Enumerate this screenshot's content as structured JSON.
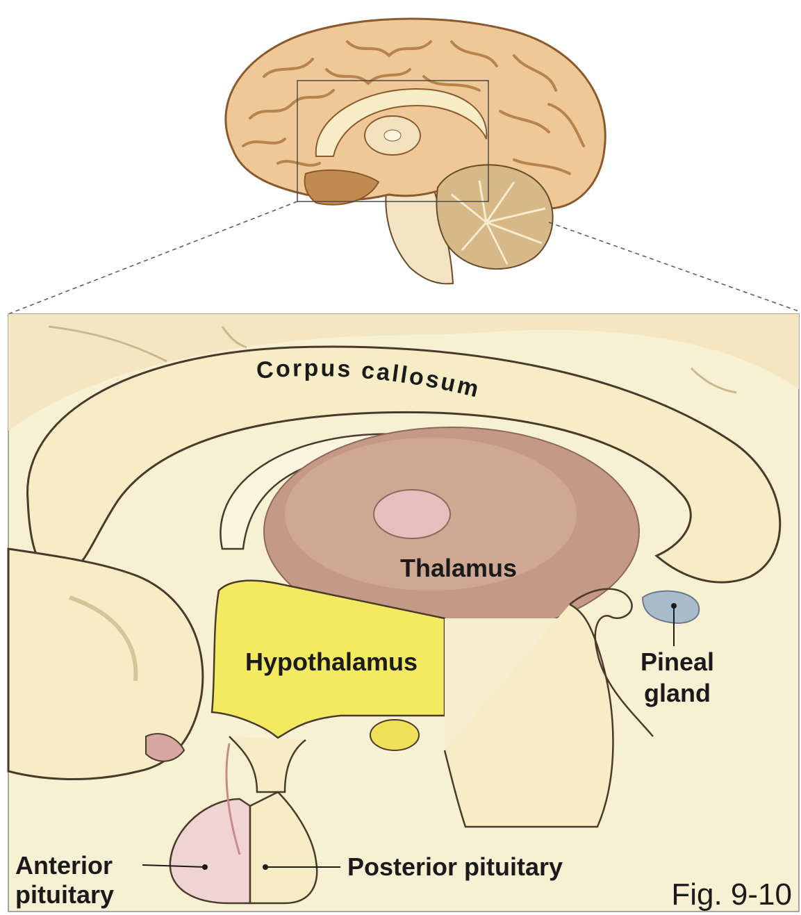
{
  "labels": {
    "corpus_callosum": "Corpus callosum",
    "thalamus": "Thalamus",
    "hypothalamus": "Hypothalamus",
    "pineal_line1": "Pineal",
    "pineal_line2": "gland",
    "anterior_line1": "Anterior",
    "anterior_line2": "pituitary",
    "posterior": "Posterior pituitary",
    "figure": "Fig. 9-10"
  },
  "colors": {
    "tissue": "#f6ecc6",
    "tissue_shade": "#ecd9a8",
    "outline": "#4a3a2a",
    "thalamus": "#c49a86",
    "hypothalamus": "#f4ea62",
    "pineal": "#a9bccb",
    "anterior_pituitary": "#f0d4d4",
    "brain_cortex": "#eec997",
    "brain_dark": "#b8834c",
    "cerebellum": "#d7b888"
  }
}
